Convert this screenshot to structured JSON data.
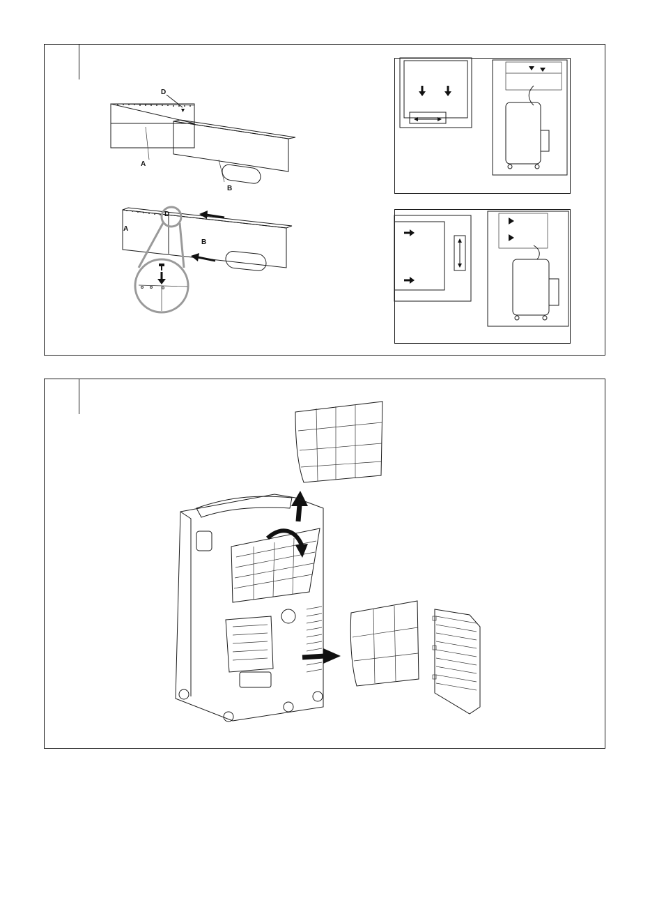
{
  "window_kit": {
    "labels": {
      "part_a": "A",
      "part_b": "B",
      "screw_d": "D"
    }
  },
  "colors": {
    "line": "#1a1a1a",
    "magnifier": "#9a9a9a",
    "paper": "#ffffff"
  },
  "icons": [
    "arrow-down-icon",
    "arrow-right-icon",
    "double-arrow-horizontal-icon",
    "double-arrow-vertical-icon",
    "screw-icon"
  ]
}
